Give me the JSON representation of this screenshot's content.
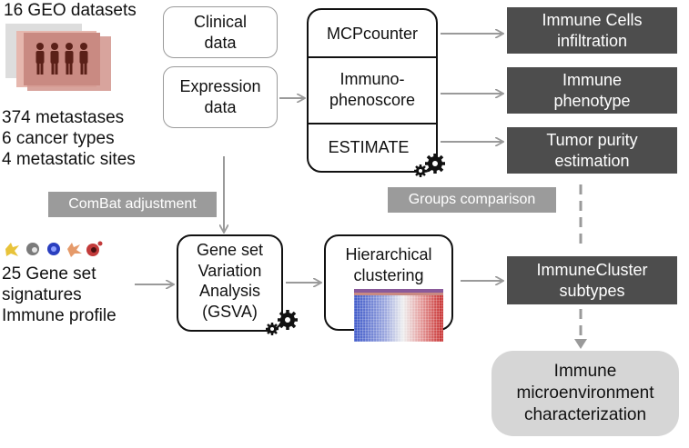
{
  "left": {
    "geo_datasets": "16 GEO datasets",
    "metastases": "374 metastases",
    "cancer_types": "6 cancer types",
    "metastatic_sites": "4 metastatic sites",
    "combat": "ComBat adjustment",
    "gene_set_lines": "25 Gene set\nsignatures\nImmune profile"
  },
  "inputs": {
    "clinical": "Clinical\ndata",
    "expression": "Expression\ndata"
  },
  "methods": {
    "mcpcounter": "MCPcounter",
    "immunophenoscore": "Immuno-\nphenoscore",
    "estimate": "ESTIMATE"
  },
  "outputs": {
    "immune_cells": "Immune Cells\ninfiltration",
    "immune_phenotype": "Immune\nphenotype",
    "tumor_purity": "Tumor purity\nestimation",
    "groups_comparison": "Groups comparison",
    "immunecluster": "ImmuneCluster\nsubtypes"
  },
  "analysis": {
    "gsva": "Gene set\nVariation\nAnalysis\n(GSVA)",
    "hierarchical": "Hierarchical\nclustering"
  },
  "final": {
    "label": "Immune\nmicroenvironment\ncharacterization"
  },
  "colors": {
    "dark_box": "#4d4d4d",
    "label_box": "#9b9b9b",
    "final_box": "#d6d6d6",
    "arrow": "#9a9a9a",
    "dataset_stack": "#c98a82"
  },
  "icons": [
    "people-icon",
    "gear-icon",
    "heatmap-icon",
    "immune-cells-icon"
  ]
}
